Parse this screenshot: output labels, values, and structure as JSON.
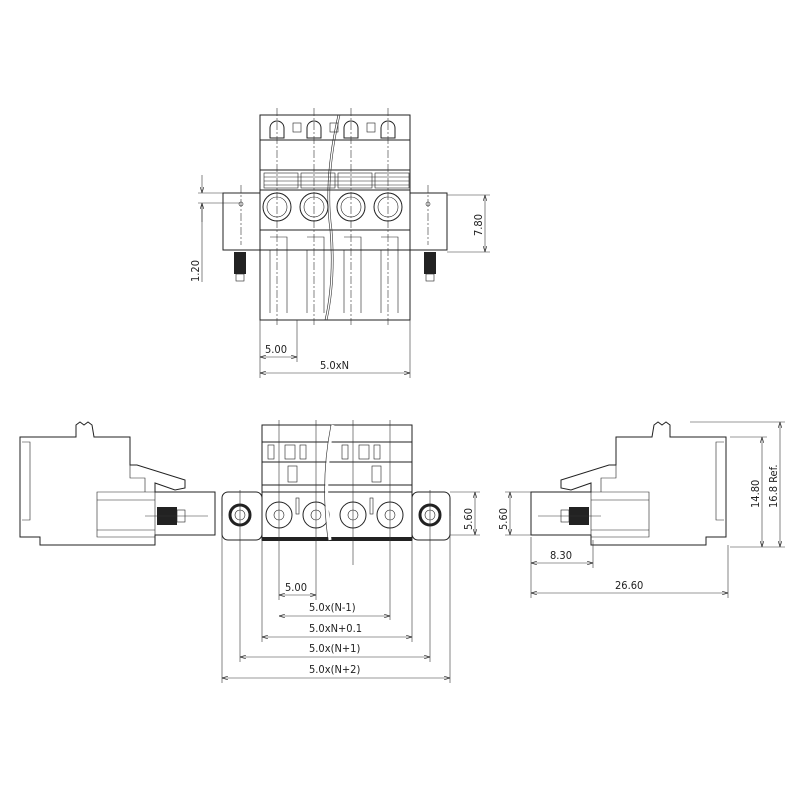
{
  "drawing": {
    "top_view": {
      "pitch": "5.00",
      "overall": "5.0xN",
      "height": "7.80",
      "offset": "1.20"
    },
    "front_view": {
      "height": "5.60",
      "pitch": "5.00",
      "pin_span": "5.0x(N-1)",
      "body_width": "5.0xN+0.1",
      "screw_span": "5.0x(N+1)",
      "overall": "5.0x(N+2)"
    },
    "side_view": {
      "height": "5.60",
      "plug_depth": "8.30",
      "overall_depth": "26.60",
      "body_height": "14.80",
      "total_height": "16.8 Ref."
    }
  }
}
